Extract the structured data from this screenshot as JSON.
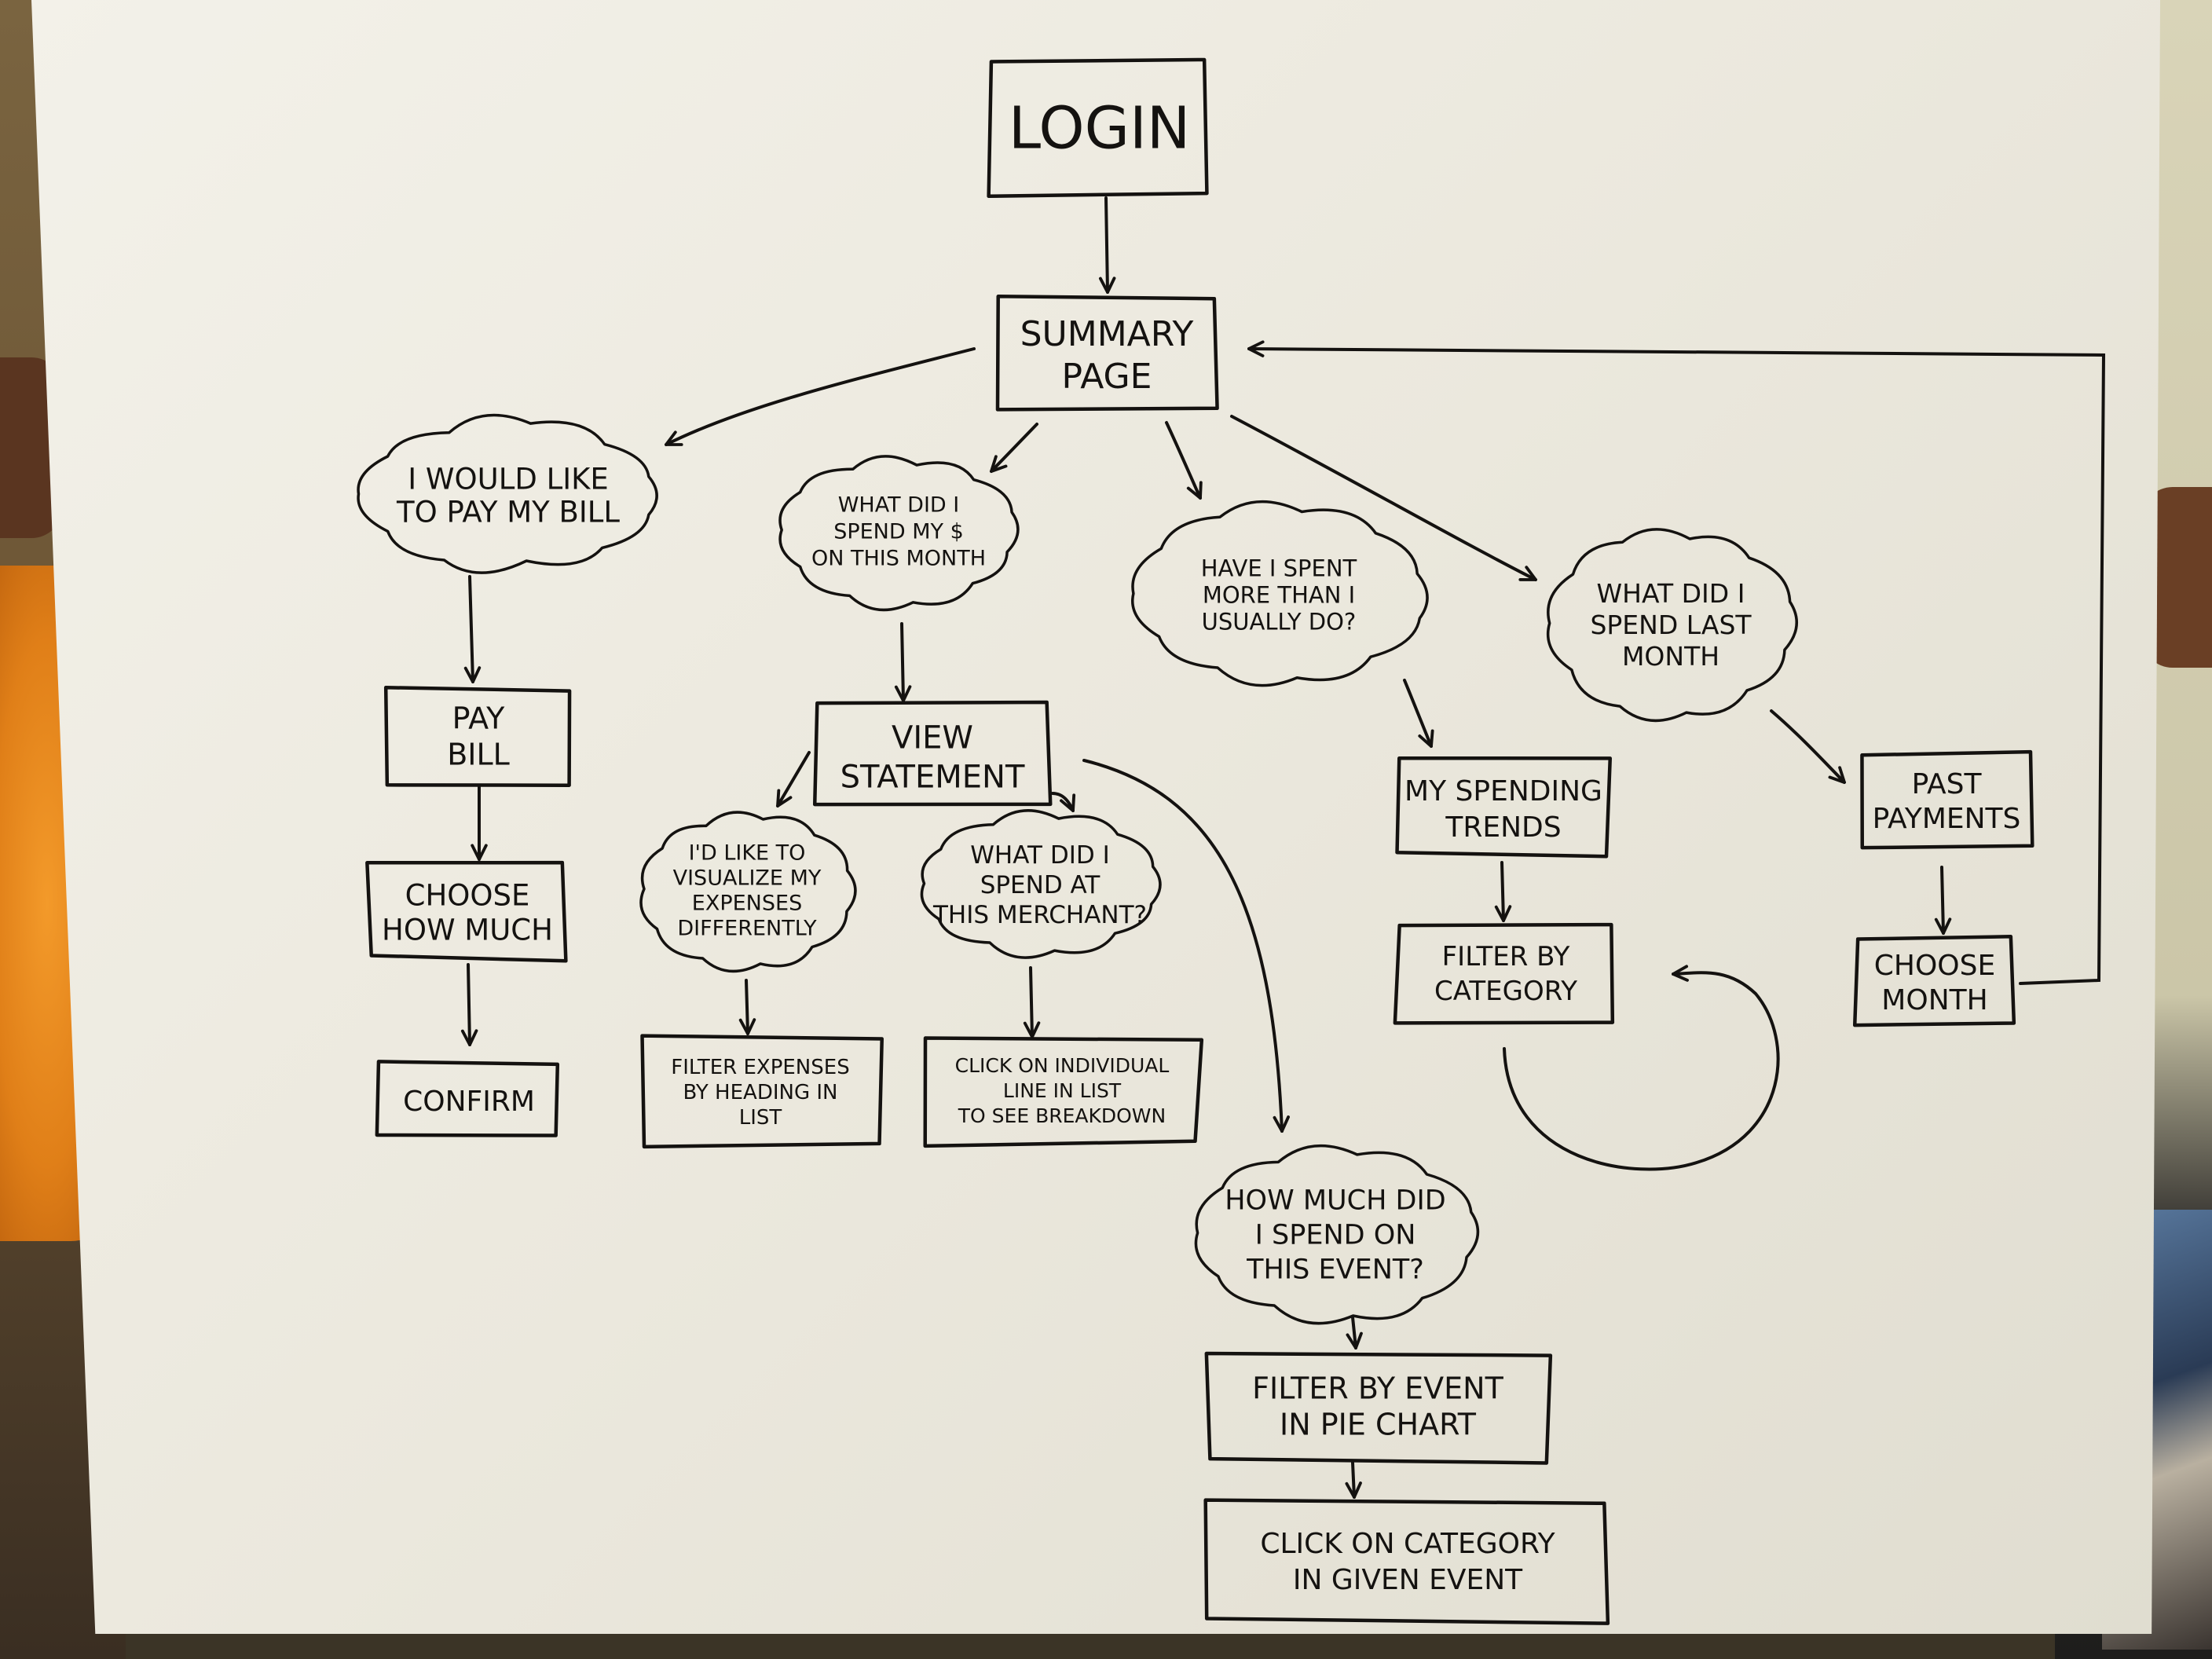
{
  "nodes": [
    {
      "id": "login",
      "shape": "box",
      "lines": [
        "LOGIN"
      ]
    },
    {
      "id": "summary",
      "shape": "box",
      "lines": [
        "SUMMARY",
        "PAGE"
      ]
    },
    {
      "id": "pay-question",
      "shape": "cloud",
      "lines": [
        "I WOULD LIKE",
        "TO PAY MY BILL"
      ]
    },
    {
      "id": "spend-month-question",
      "shape": "cloud",
      "lines": [
        "WHAT DID I",
        "SPEND MY $",
        "ON THIS MONTH"
      ]
    },
    {
      "id": "more-than-usual-question",
      "shape": "cloud",
      "lines": [
        "HAVE I SPENT",
        "MORE THAN I",
        "USUALLY DO?"
      ]
    },
    {
      "id": "last-month-question",
      "shape": "cloud",
      "lines": [
        "WHAT DID I",
        "SPEND LAST",
        "MONTH"
      ]
    },
    {
      "id": "pay-bill",
      "shape": "box",
      "lines": [
        "PAY",
        "BILL"
      ]
    },
    {
      "id": "choose-how-much",
      "shape": "box",
      "lines": [
        "CHOOSE",
        "HOW MUCH"
      ]
    },
    {
      "id": "confirm",
      "shape": "box",
      "lines": [
        "CONFIRM"
      ]
    },
    {
      "id": "view-statement",
      "shape": "box",
      "lines": [
        "VIEW",
        "STATEMENT"
      ]
    },
    {
      "id": "visualize-question",
      "shape": "cloud",
      "lines": [
        "I'D LIKE TO",
        "VISUALIZE MY",
        "EXPENSES",
        "DIFFERENTLY"
      ]
    },
    {
      "id": "merchant-question",
      "shape": "cloud",
      "lines": [
        "WHAT DID I",
        "SPEND AT",
        "THIS MERCHANT?"
      ]
    },
    {
      "id": "filter-expenses",
      "shape": "box",
      "lines": [
        "FILTER EXPENSES",
        "BY HEADING IN",
        "LIST"
      ]
    },
    {
      "id": "click-line",
      "shape": "box",
      "lines": [
        "CLICK ON INDIVIDUAL",
        "LINE IN LIST",
        "TO SEE BREAKDOWN"
      ]
    },
    {
      "id": "spending-trends",
      "shape": "box",
      "lines": [
        "MY SPENDING",
        "TRENDS"
      ]
    },
    {
      "id": "filter-category",
      "shape": "box",
      "lines": [
        "FILTER BY",
        "CATEGORY"
      ]
    },
    {
      "id": "past-payments",
      "shape": "box",
      "lines": [
        "PAST",
        "PAYMENTS"
      ]
    },
    {
      "id": "choose-month",
      "shape": "box",
      "lines": [
        "CHOOSE",
        "MONTH"
      ]
    },
    {
      "id": "event-question",
      "shape": "cloud",
      "lines": [
        "HOW MUCH DID",
        "I SPEND ON",
        "THIS EVENT?"
      ]
    },
    {
      "id": "filter-event",
      "shape": "box",
      "lines": [
        "FILTER BY EVENT",
        "IN PIE CHART"
      ]
    },
    {
      "id": "click-category",
      "shape": "box",
      "lines": [
        "CLICK ON CATEGORY",
        "IN GIVEN EVENT"
      ]
    }
  ],
  "edges": [
    {
      "from": "login",
      "to": "summary"
    },
    {
      "from": "summary",
      "to": "pay-question"
    },
    {
      "from": "summary",
      "to": "spend-month-question"
    },
    {
      "from": "summary",
      "to": "more-than-usual-question"
    },
    {
      "from": "summary",
      "to": "last-month-question"
    },
    {
      "from": "pay-question",
      "to": "pay-bill"
    },
    {
      "from": "pay-bill",
      "to": "choose-how-much"
    },
    {
      "from": "choose-how-much",
      "to": "confirm"
    },
    {
      "from": "spend-month-question",
      "to": "view-statement"
    },
    {
      "from": "view-statement",
      "to": "visualize-question"
    },
    {
      "from": "view-statement",
      "to": "merchant-question"
    },
    {
      "from": "view-statement",
      "to": "event-question"
    },
    {
      "from": "visualize-question",
      "to": "filter-expenses"
    },
    {
      "from": "merchant-question",
      "to": "click-line"
    },
    {
      "from": "more-than-usual-question",
      "to": "spending-trends"
    },
    {
      "from": "spending-trends",
      "to": "filter-category"
    },
    {
      "from": "filter-category",
      "to": "filter-category"
    },
    {
      "from": "last-month-question",
      "to": "past-payments"
    },
    {
      "from": "past-payments",
      "to": "choose-month"
    },
    {
      "from": "choose-month",
      "to": "summary"
    },
    {
      "from": "event-question",
      "to": "filter-event"
    },
    {
      "from": "filter-event",
      "to": "click-category"
    }
  ],
  "colors": {
    "ink": "#141210",
    "paper": "#eeebe1"
  }
}
